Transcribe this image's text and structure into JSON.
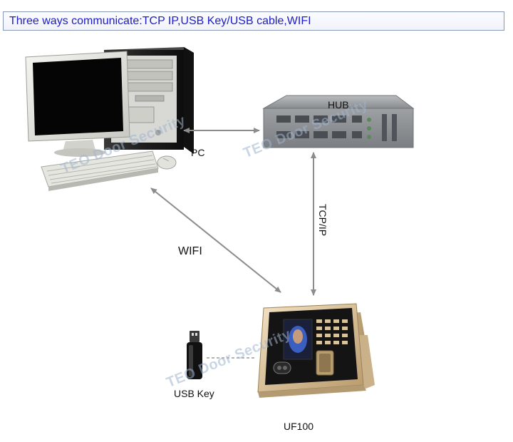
{
  "header": {
    "title": "Three ways communicate:TCP IP,USB Key/USB cable,WIFI"
  },
  "nodes": {
    "pc": "PC",
    "hub": "HUB",
    "usb_key": "USB Key",
    "device": "UF100"
  },
  "links": {
    "wifi": "WIFI",
    "tcp_ip": "TCP/IP"
  },
  "watermark": "TEO Door Security",
  "colors": {
    "title_text": "#1c1cc8",
    "arrow": "#8c8c8c"
  }
}
